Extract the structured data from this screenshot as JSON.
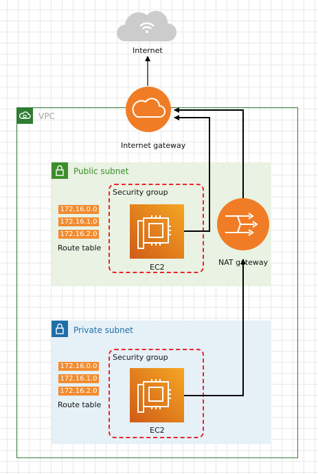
{
  "nodes": {
    "internet": {
      "label": "Internet"
    },
    "igw": {
      "label": "Internet gateway"
    },
    "vpc": {
      "label": "VPC"
    },
    "public_subnet": {
      "label": "Public subnet"
    },
    "private_subnet": {
      "label": "Private subnet"
    },
    "public_sg": {
      "label": "Security group"
    },
    "private_sg": {
      "label": "Security group"
    },
    "public_ec2": {
      "label": "EC2"
    },
    "private_ec2": {
      "label": "EC2"
    },
    "nat": {
      "label": "NAT gateway"
    },
    "public_rt": {
      "label": "Route table",
      "routes": [
        "172.16.0.0",
        "172.16.1.0",
        "172.16.2.0"
      ]
    },
    "private_rt": {
      "label": "Route table",
      "routes": [
        "172.16.0.0",
        "172.16.1.0",
        "172.16.2.0"
      ]
    }
  },
  "colors": {
    "vpc_border": "#2e7d32",
    "public_bg": "#e9f2e3",
    "private_bg": "#e6f0f7",
    "security_group": "#e8242b",
    "aws_orange": "#f28c30",
    "ec2_orange": "#e8821a"
  },
  "edges": [
    {
      "from": "igw",
      "to": "internet"
    },
    {
      "from": "public_ec2",
      "to": "igw"
    },
    {
      "from": "nat",
      "to": "igw"
    },
    {
      "from": "private_ec2",
      "to": "nat"
    }
  ],
  "icons": {
    "internet": "cloud-icon",
    "igw": "internet-gateway-icon",
    "vpc": "vpc-icon",
    "subnet": "lock-icon",
    "ec2": "ec2-chip-icon",
    "nat": "nat-gateway-icon"
  }
}
